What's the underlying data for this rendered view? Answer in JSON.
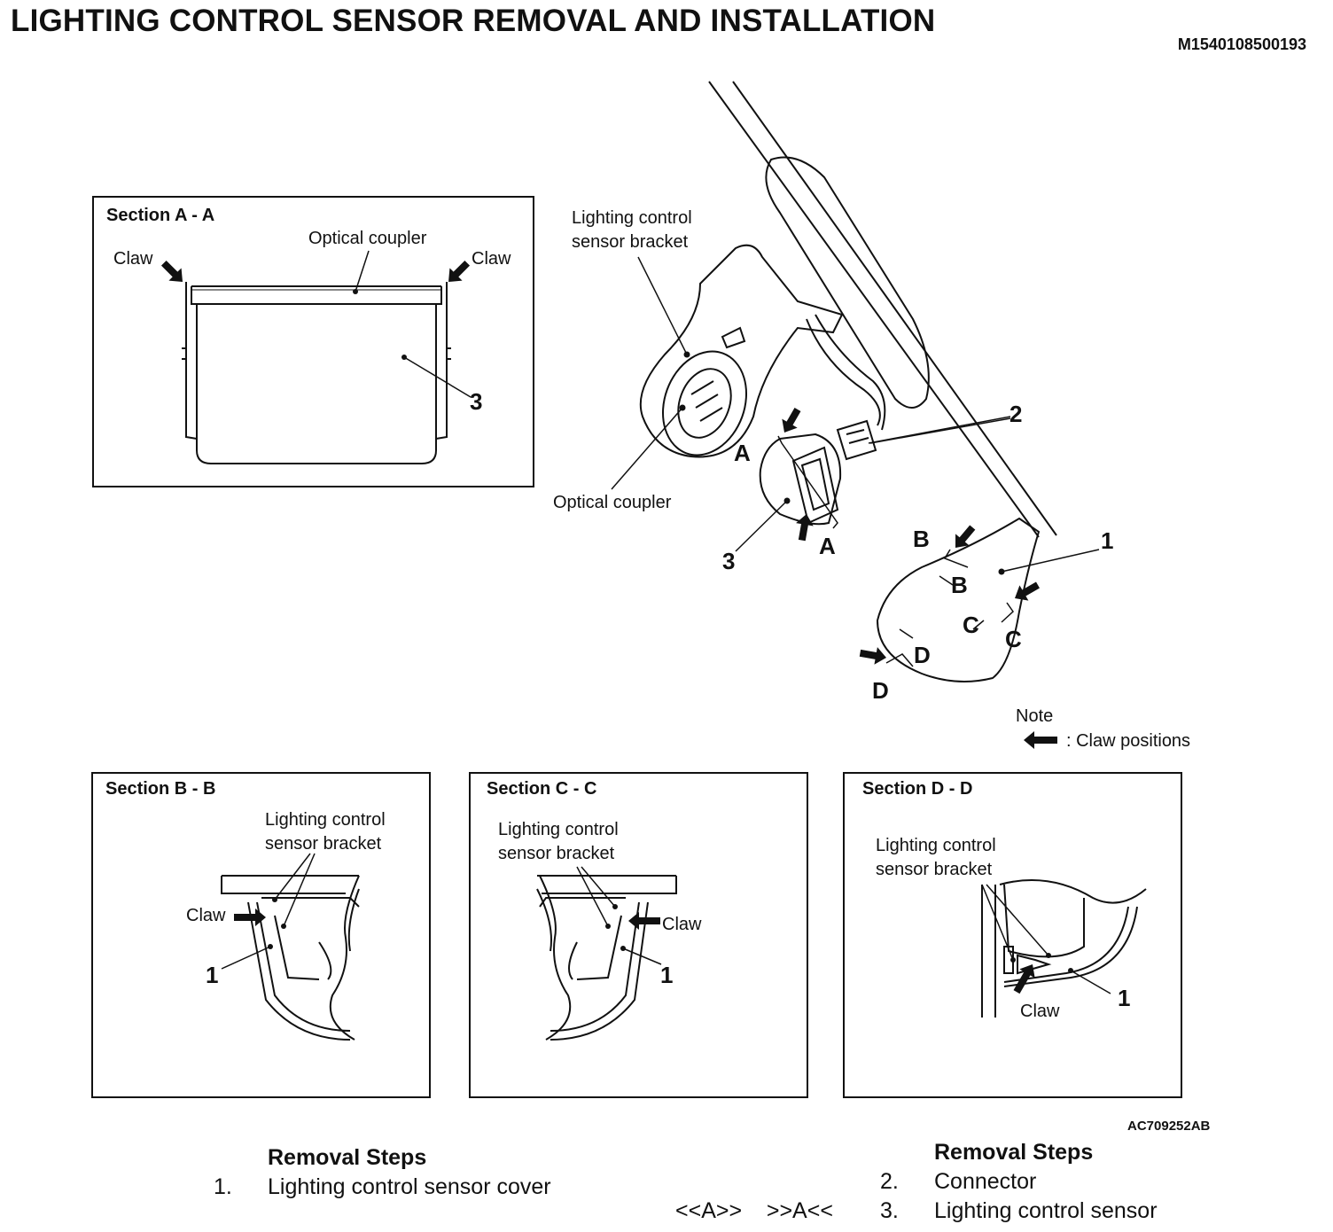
{
  "title": "LIGHTING CONTROL SENSOR REMOVAL AND INSTALLATION",
  "doc_id": "M1540108500193",
  "figure_id": "AC709252AB",
  "section_a": {
    "title": "Section A - A",
    "optical_coupler": "Optical coupler",
    "claw_left": "Claw",
    "claw_right": "Claw",
    "callout": "3"
  },
  "main_view": {
    "bracket_label_line1": "Lighting control",
    "bracket_label_line2": "sensor bracket",
    "optical_coupler": "Optical coupler",
    "callout_1": "1",
    "callout_2": "2",
    "callout_3": "3",
    "sec_a": "A",
    "sec_b": "B",
    "sec_c": "C",
    "sec_d": "D",
    "note_title": "Note",
    "note_text": ": Claw positions"
  },
  "section_b": {
    "title": "Section B - B",
    "bracket_line1": "Lighting control",
    "bracket_line2": "sensor bracket",
    "claw": "Claw",
    "callout": "1"
  },
  "section_c": {
    "title": "Section C - C",
    "bracket_line1": "Lighting control",
    "bracket_line2": "sensor bracket",
    "claw": "Claw",
    "callout": "1"
  },
  "section_d": {
    "title": "Section D - D",
    "bracket_line1": "Lighting control",
    "bracket_line2": "sensor bracket",
    "claw": "Claw",
    "callout": "1"
  },
  "removal_steps_left": {
    "heading": "Removal Steps",
    "items": [
      {
        "num": "1.",
        "label": "Lighting control sensor cover"
      }
    ]
  },
  "removal_steps_right": {
    "heading": "Removal Steps",
    "items": [
      {
        "num": "2.",
        "label": "Connector",
        "tag": ""
      },
      {
        "num": "3.",
        "label": "Lighting control sensor",
        "tag": "<<A>>    >>A<<"
      }
    ]
  }
}
